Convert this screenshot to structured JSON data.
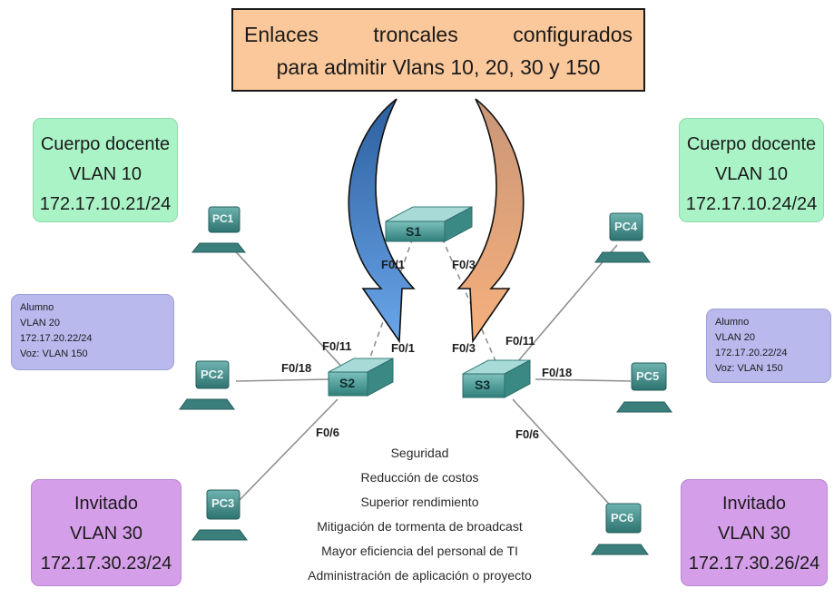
{
  "callout": {
    "line1": "Enlaces troncales configurados",
    "line2": "para admitir Vlans 10, 20, 30 y 150",
    "bg_color": "#fac89a"
  },
  "vlan_boxes": {
    "left_faculty": {
      "line1": "Cuerpo docente",
      "line2": "VLAN 10",
      "line3": "172.17.10.21/24"
    },
    "right_faculty": {
      "line1": "Cuerpo docente",
      "line2": "VLAN 10",
      "line3": "172.17.10.24/24"
    },
    "left_student": {
      "line1": "Alumno",
      "line2": "VLAN 20",
      "line3": "172.17.20.22/24",
      "line4": "Voz: VLAN 150"
    },
    "right_student": {
      "line1": "Alumno",
      "line2": "VLAN 20",
      "line3": "172.17.20.22/24",
      "line4": "Voz: VLAN 150"
    },
    "left_guest": {
      "line1": "Invitado",
      "line2": "VLAN 30",
      "line3": "172.17.30.23/24"
    },
    "right_guest": {
      "line1": "Invitado",
      "line2": "VLAN 30",
      "line3": "172.17.30.26/24"
    }
  },
  "pcs": {
    "pc1": "PC1",
    "pc2": "PC2",
    "pc3": "PC3",
    "pc4": "PC4",
    "pc5": "PC5",
    "pc6": "PC6"
  },
  "switches": {
    "s1": "S1",
    "s2": "S2",
    "s3": "S3"
  },
  "ports": {
    "s1_left": "F0/1",
    "s1_right": "F0/3",
    "s2_up": "F0/1",
    "s2_pc1": "F0/11",
    "s2_pc2": "F0/18",
    "s2_pc3": "F0/6",
    "s3_up": "F0/3",
    "s3_pc4": "F0/11",
    "s3_pc5": "F0/18",
    "s3_pc6": "F0/6"
  },
  "benefits": [
    "Seguridad",
    "Reducción de costos",
    "Superior rendimiento",
    "Mitigación de tormenta de broadcast",
    "Mayor eficiencia del personal de TI",
    "Administración de aplicación o proyecto"
  ],
  "colors": {
    "faculty_green": "#aaf3c7",
    "student_lavender": "#b9b9ee",
    "guest_purple": "#d59ee9",
    "arrow_blue": "#3f7fcc",
    "arrow_orange": "#e8a06a",
    "device_teal": "#3d8d8a"
  }
}
